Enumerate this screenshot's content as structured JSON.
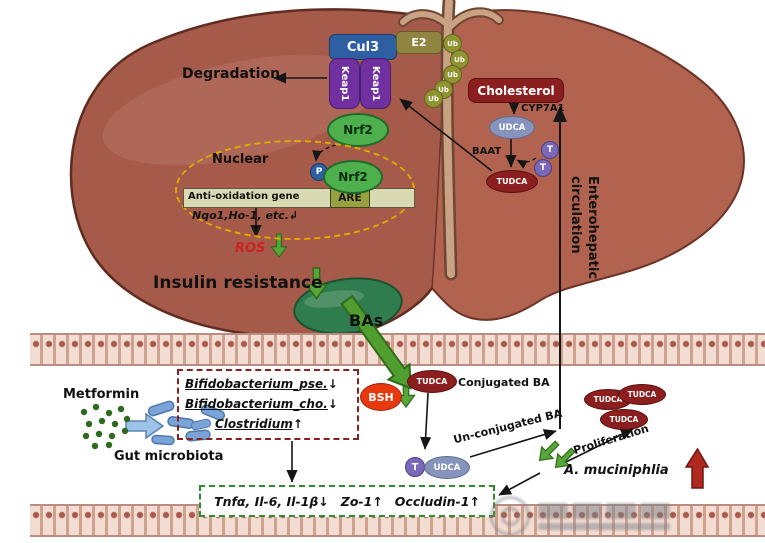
{
  "figure": {
    "liver": {
      "degradation": "Degradation",
      "complex": {
        "cul3": "Cul3",
        "e2": "E2",
        "keap1": "Keap1",
        "ub": "Ub"
      },
      "nrf2": "Nrf2",
      "nucleus": {
        "label": "Nuclear",
        "p": "P",
        "nrf2": "Nrf2",
        "gene_bar": "Anti-oxidation gene",
        "are": "ARE",
        "genes": "Nqo1,Ho-1, etc.↲"
      },
      "ros": "ROS",
      "insulin_resistance": "Insulin resistance",
      "bas": "BAs",
      "bile": {
        "cholesterol": "Cholesterol",
        "cyp7a1": "CYP7A1",
        "udca": "UDCA",
        "baat": "BAAT",
        "tudca": "TUDCA",
        "t": "T"
      },
      "enterohepatic": {
        "line1": "Enterohepatic",
        "line2": "circulation"
      }
    },
    "gut": {
      "metformin": "Metformin",
      "gut_microbiota": "Gut microbiota",
      "microbe_box": {
        "rows": [
          {
            "name": "Bifidobacterium_pse.",
            "change": "↓"
          },
          {
            "name": "Bifidobacterium_cho.",
            "change": "↓"
          },
          {
            "name": "Clostridium",
            "change": "↑"
          }
        ]
      },
      "bsh": "BSH",
      "tudca": "TUDCA",
      "conjugated_ba": "Conjugated BA",
      "unconjugated_ba": "Un-conjugated BA",
      "t": "T",
      "udca": "UDCA",
      "tudca_cluster": [
        "TUDCA",
        "TUDCA",
        "TUDCA"
      ],
      "proliferation": "Proliferation",
      "akkermansia": "A. muciniphlia",
      "barrier_box": {
        "cytokines": "Tnfα, Il-6, Il-1β↓",
        "zo1": "Zo-1↑",
        "occludin": "Occludin-1↑"
      }
    },
    "colors": {
      "dark_red": "#8b1f1f",
      "green_arrow": "#57a639",
      "purple": "#7030a0",
      "blue": "#2e5fa3",
      "olive": "#8f8440",
      "bright_red": "#e8380d",
      "udca_blue": "#8593bd",
      "t_purple": "#7a68b8"
    }
  }
}
